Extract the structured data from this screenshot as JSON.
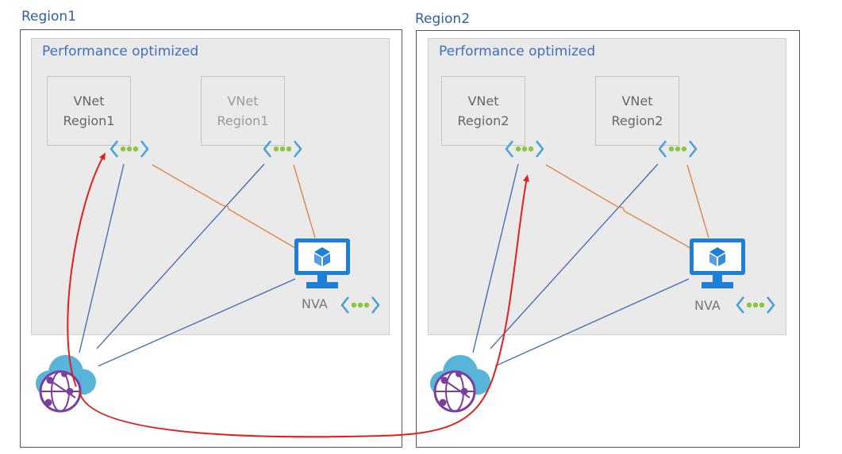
{
  "regions": [
    {
      "label": "Region1",
      "perf_label": "Performance optimized",
      "vnets": [
        {
          "line1": "VNet",
          "line2": "Region1"
        },
        {
          "line1": "VNet",
          "line2": "Region1"
        }
      ],
      "nva_label": "NVA"
    },
    {
      "label": "Region2",
      "perf_label": "Performance optimized",
      "vnets": [
        {
          "line1": "VNet",
          "line2": "Region2"
        },
        {
          "line1": "VNet",
          "line2": "Region2"
        }
      ],
      "nva_label": "NVA"
    }
  ],
  "icons": {
    "vnet": "vnet-peering-icon",
    "nva": "virtual-machine-monitor-icon",
    "hub": "virtual-wan-hub-cloud-icon"
  },
  "colors": {
    "region_label": "#2e5fa8",
    "link_blue": "#4a6fb3",
    "link_orange": "#e0874a",
    "flow_red": "#e02020",
    "vnet_chevron": "#4aa0d8",
    "vnet_dots": "#8cc63f",
    "vm_blue": "#1e7fd6",
    "cloud": "#59b4d9",
    "hub_purple": "#7a3e9d"
  }
}
